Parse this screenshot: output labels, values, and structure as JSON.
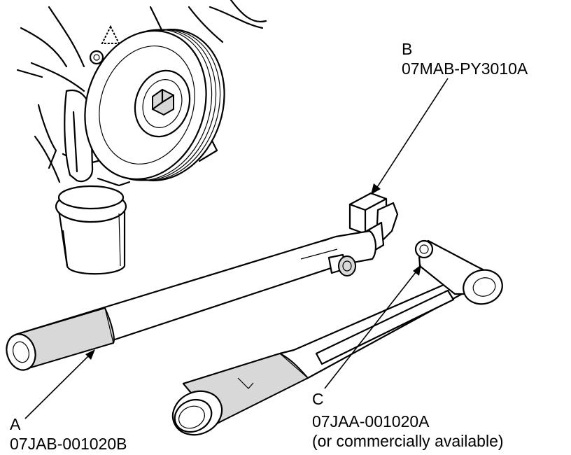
{
  "callouts": {
    "a": {
      "letter": "A",
      "part_number": "07JAB-001020B"
    },
    "b": {
      "letter": "B",
      "part_number": "07MAB-PY3010A"
    },
    "c": {
      "letter": "C",
      "part_number": "07JAA-001020A",
      "note": "(or commercially available)"
    }
  },
  "icons": {
    "engine_block": "engine-block-illustration",
    "crankshaft_pulley": "crankshaft-pulley-illustration",
    "oil_filter": "oil-filter-illustration",
    "holder_attachment": "holder-attachment-illustration",
    "handle_a": "handle-illustration",
    "torque_wrench": "torque-wrench-illustration"
  }
}
